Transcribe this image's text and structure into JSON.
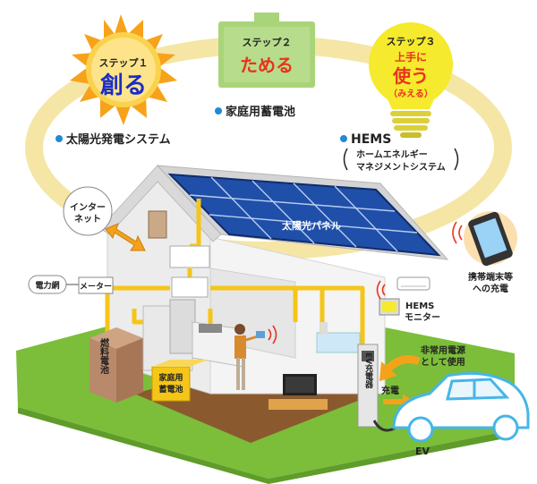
{
  "steps": [
    {
      "label": "ステップ１",
      "verb": "創る",
      "legend": "太陽光発電システム"
    },
    {
      "label": "ステップ２",
      "verb": "ためる",
      "legend": "家庭用蓄電池"
    },
    {
      "label": "ステップ３",
      "verb_line1": "上手に",
      "verb_line2": "使う",
      "verb_note": "（みえる）",
      "legend": "HEMS",
      "legend_sub1": "ホームエネルギー",
      "legend_sub2": "マネジメントシステム"
    }
  ],
  "labels": {
    "internet_line1": "インター",
    "internet_line2": "ネット",
    "grid": "電力網",
    "meter": "メーター",
    "solar_panel": "太陽光パネル",
    "fuel_cell": "燃料電池",
    "home_battery_line1": "家庭用",
    "home_battery_line2": "蓄電池",
    "hems_monitor_line1": "HEMS",
    "hems_monitor_line2": "モニター",
    "ev_charger": "EV充電器",
    "charge": "充電",
    "emergency_line1": "非常用電源",
    "emergency_line2": "として使用",
    "ev": "EV",
    "mobile_line1": "携帯端末等",
    "mobile_line2": "への充電"
  },
  "colors": {
    "orbit": "#f5e6a6",
    "sun": "#f7a21b",
    "battery_green": "#a9d47a",
    "bulb_yellow": "#f5ea2d",
    "wire_yellow": "#f5c518",
    "panel_blue": "#1f4fa8",
    "bullet_blue": "#1f8ad6",
    "grass": "#7cbd3a",
    "floor": "#8a5a2e",
    "ev_outline": "#45b6e8"
  }
}
